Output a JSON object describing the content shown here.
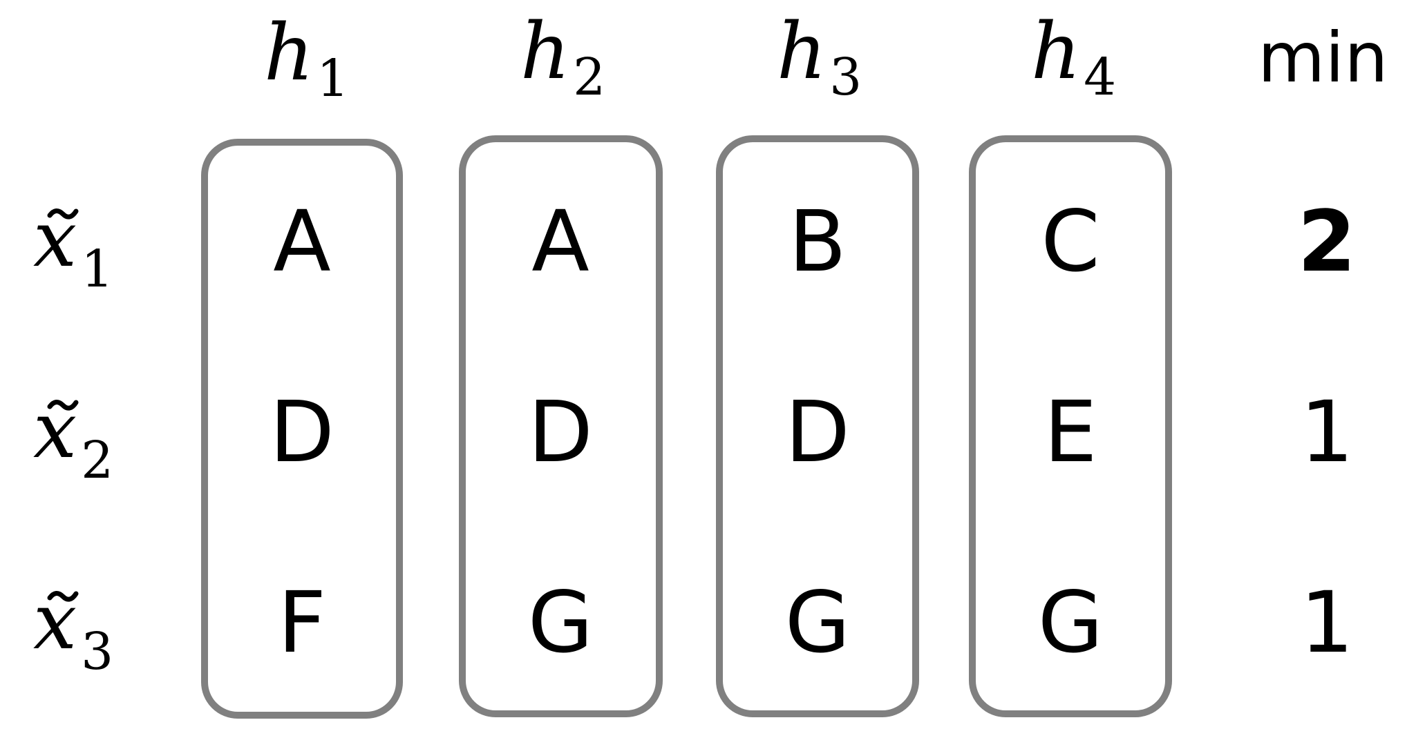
{
  "columns": [
    {
      "symbol": "h",
      "subscript": "1",
      "cells": [
        "A",
        "D",
        "F"
      ]
    },
    {
      "symbol": "h",
      "subscript": "2",
      "cells": [
        "A",
        "D",
        "G"
      ]
    },
    {
      "symbol": "h",
      "subscript": "3",
      "cells": [
        "B",
        "D",
        "G"
      ]
    },
    {
      "symbol": "h",
      "subscript": "4",
      "cells": [
        "C",
        "E",
        "G"
      ]
    }
  ],
  "rows": [
    {
      "symbol": "x",
      "subscript": "1",
      "accent": "tilde"
    },
    {
      "symbol": "x",
      "subscript": "2",
      "accent": "tilde"
    },
    {
      "symbol": "x",
      "subscript": "3",
      "accent": "tilde"
    }
  ],
  "min_column": {
    "header": "min",
    "values": [
      "2",
      "1",
      "1"
    ],
    "bold_row": 0
  },
  "colors": {
    "box_stroke": "#808080",
    "text": "#000000",
    "background": "#ffffff"
  }
}
